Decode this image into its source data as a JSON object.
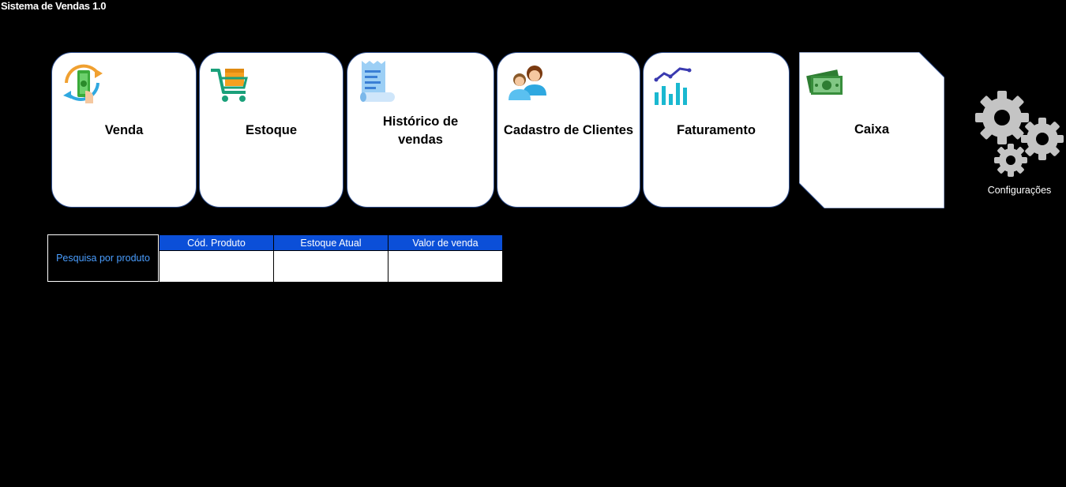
{
  "app": {
    "title": "Sistema de Vendas 1.0"
  },
  "menu": {
    "venda": "Venda",
    "estoque": "Estoque",
    "historico": "Histórico de vendas",
    "clientes": "Cadastro de Clientes",
    "faturamento": "Faturamento",
    "caixa": "Caixa",
    "configuracoes": "Configurações"
  },
  "icons": {
    "venda": "money-exchange-icon",
    "estoque": "shopping-cart-icon",
    "historico": "receipt-icon",
    "clientes": "users-icon",
    "faturamento": "bar-chart-icon",
    "caixa": "cash-icon",
    "configuracoes": "gears-icon"
  },
  "search": {
    "label": "Pesquisa por produto",
    "columns": [
      "Cód. Produto",
      "Estoque Atual",
      "Valor de venda"
    ],
    "values": [
      "",
      "",
      ""
    ]
  },
  "colors": {
    "background": "#000000",
    "header_blue": "#0b4fd8",
    "search_label": "#4a9eff",
    "card_border": "#2f4f8f"
  }
}
